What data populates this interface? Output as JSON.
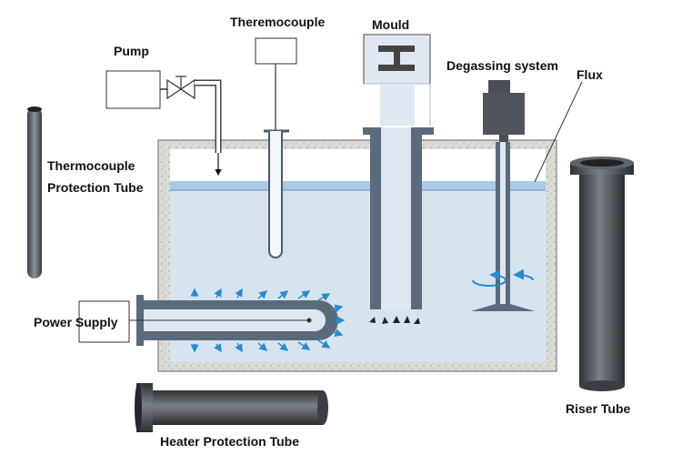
{
  "labels": {
    "pump": "Pump",
    "thermocouple": "Theremocouple",
    "mould": "Mould",
    "degassing_system": "Degassing system",
    "flux": "Flux",
    "thermocouple_protection_tube_line1": "Thermocouple",
    "thermocouple_protection_tube_line2": "Protection Tube",
    "power_supply": "Power Supply",
    "riser_tube": "Riser Tube",
    "heater_protection_tube": "Heater Protection Tube"
  },
  "colors": {
    "melt": "#d6e4f0",
    "flux_layer": "#a9cbe8",
    "refractory_wall": "#d9d9d4",
    "tube_dark": "#4a4f55",
    "tube_steel": "#5a6b7c",
    "heat_arrows": "#2a8ad0",
    "mould_box": "#dfe8f2"
  }
}
